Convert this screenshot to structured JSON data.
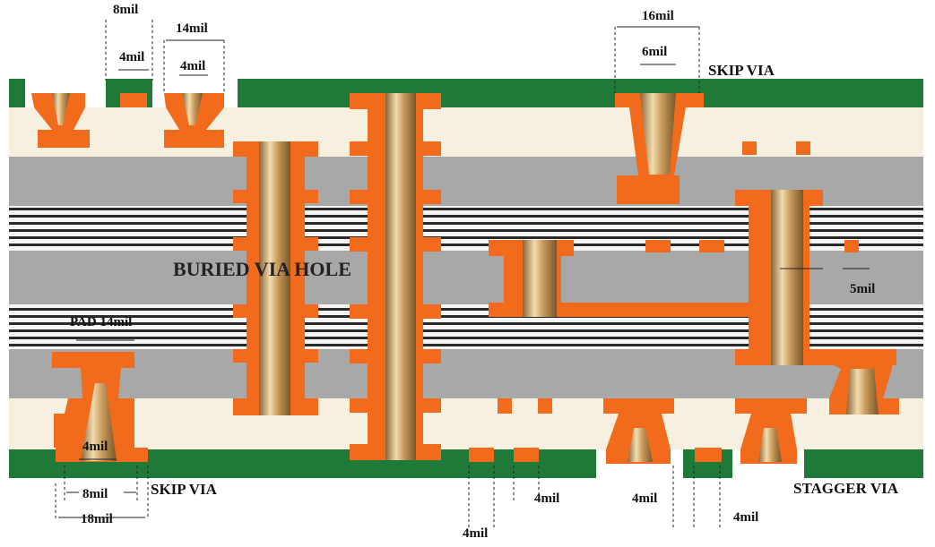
{
  "labels": {
    "buried_via": "BURIED VIA HOLE",
    "skip_via_top": "SKIP VIA",
    "skip_via_bottom": "SKIP VIA",
    "stagger_via": "STAGGER VIA",
    "pad": "PAD 14mil"
  },
  "dimensions": {
    "top_left_8mil": "8mil",
    "top_left_4mil": "4mil",
    "top_14mil": "14mil",
    "top_4mil_b": "4mil",
    "top_16mil": "16mil",
    "top_6mil": "6mil",
    "right_5mil": "5mil",
    "bottom_4mil_drill": "4mil",
    "bottom_8mil": "8mil",
    "bottom_18mil": "18mil",
    "bottom_mid_4mil_a": "4mil",
    "bottom_mid_4mil_b": "4mil",
    "bottom_right_4mil_a": "4mil",
    "bottom_right_4mil_b": "4mil"
  },
  "colors": {
    "solder_mask": "#1f7a3a",
    "copper": "#f26a1b",
    "core": "#a8a8a8",
    "prepreg": "#f6f0e1",
    "drill": "#c9a36b"
  }
}
